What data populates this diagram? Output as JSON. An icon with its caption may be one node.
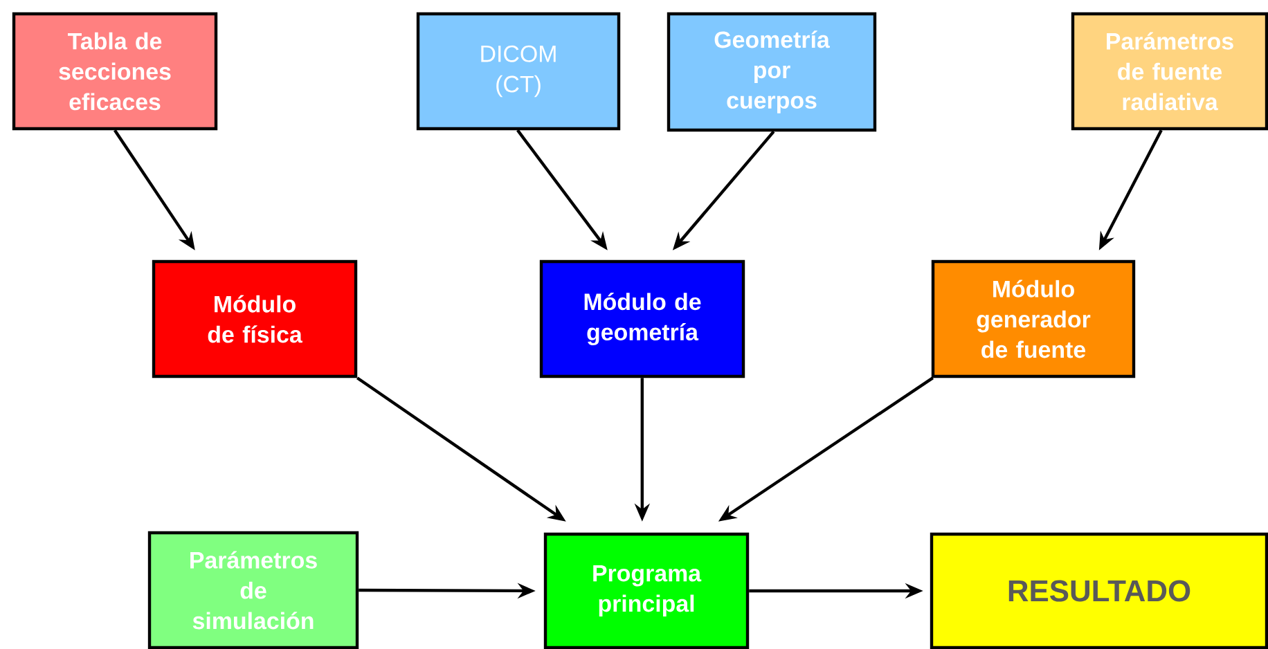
{
  "diagram": {
    "nodes": [
      {
        "text": [
          "Tabla de secciones eficaces"
        ]
      },
      {
        "text": [
          "DICOM (CT)"
        ]
      },
      {
        "text": [
          "Geometría por cuerpos"
        ]
      },
      {
        "text": [
          "Parámetros de fuente radiativa"
        ]
      },
      {
        "text": [
          "Módulo de física"
        ]
      },
      {
        "text": [
          "Módulo de geometría"
        ]
      },
      {
        "text": [
          "Módulo generador de fuente"
        ]
      },
      {
        "text": [
          "Parámetros de simulación"
        ]
      },
      {
        "text": [
          "Programa principal"
        ]
      },
      {
        "text": [
          "RESULTADO"
        ]
      }
    ],
    "edges": [
      {
        "from": 0,
        "to": 4,
        "arrow": "to"
      },
      {
        "from": 1,
        "to": 5,
        "arrow": "to"
      },
      {
        "from": 2,
        "to": 5,
        "arrow": "to"
      },
      {
        "from": 3,
        "to": 6,
        "arrow": "to"
      },
      {
        "from": 4,
        "to": 8,
        "arrow": "to"
      },
      {
        "from": 5,
        "to": 8,
        "arrow": "to"
      },
      {
        "from": 6,
        "to": 8,
        "arrow": "to"
      },
      {
        "from": 7,
        "to": 8,
        "arrow": "to"
      },
      {
        "from": 8,
        "to": 9,
        "arrow": "to"
      }
    ]
  }
}
